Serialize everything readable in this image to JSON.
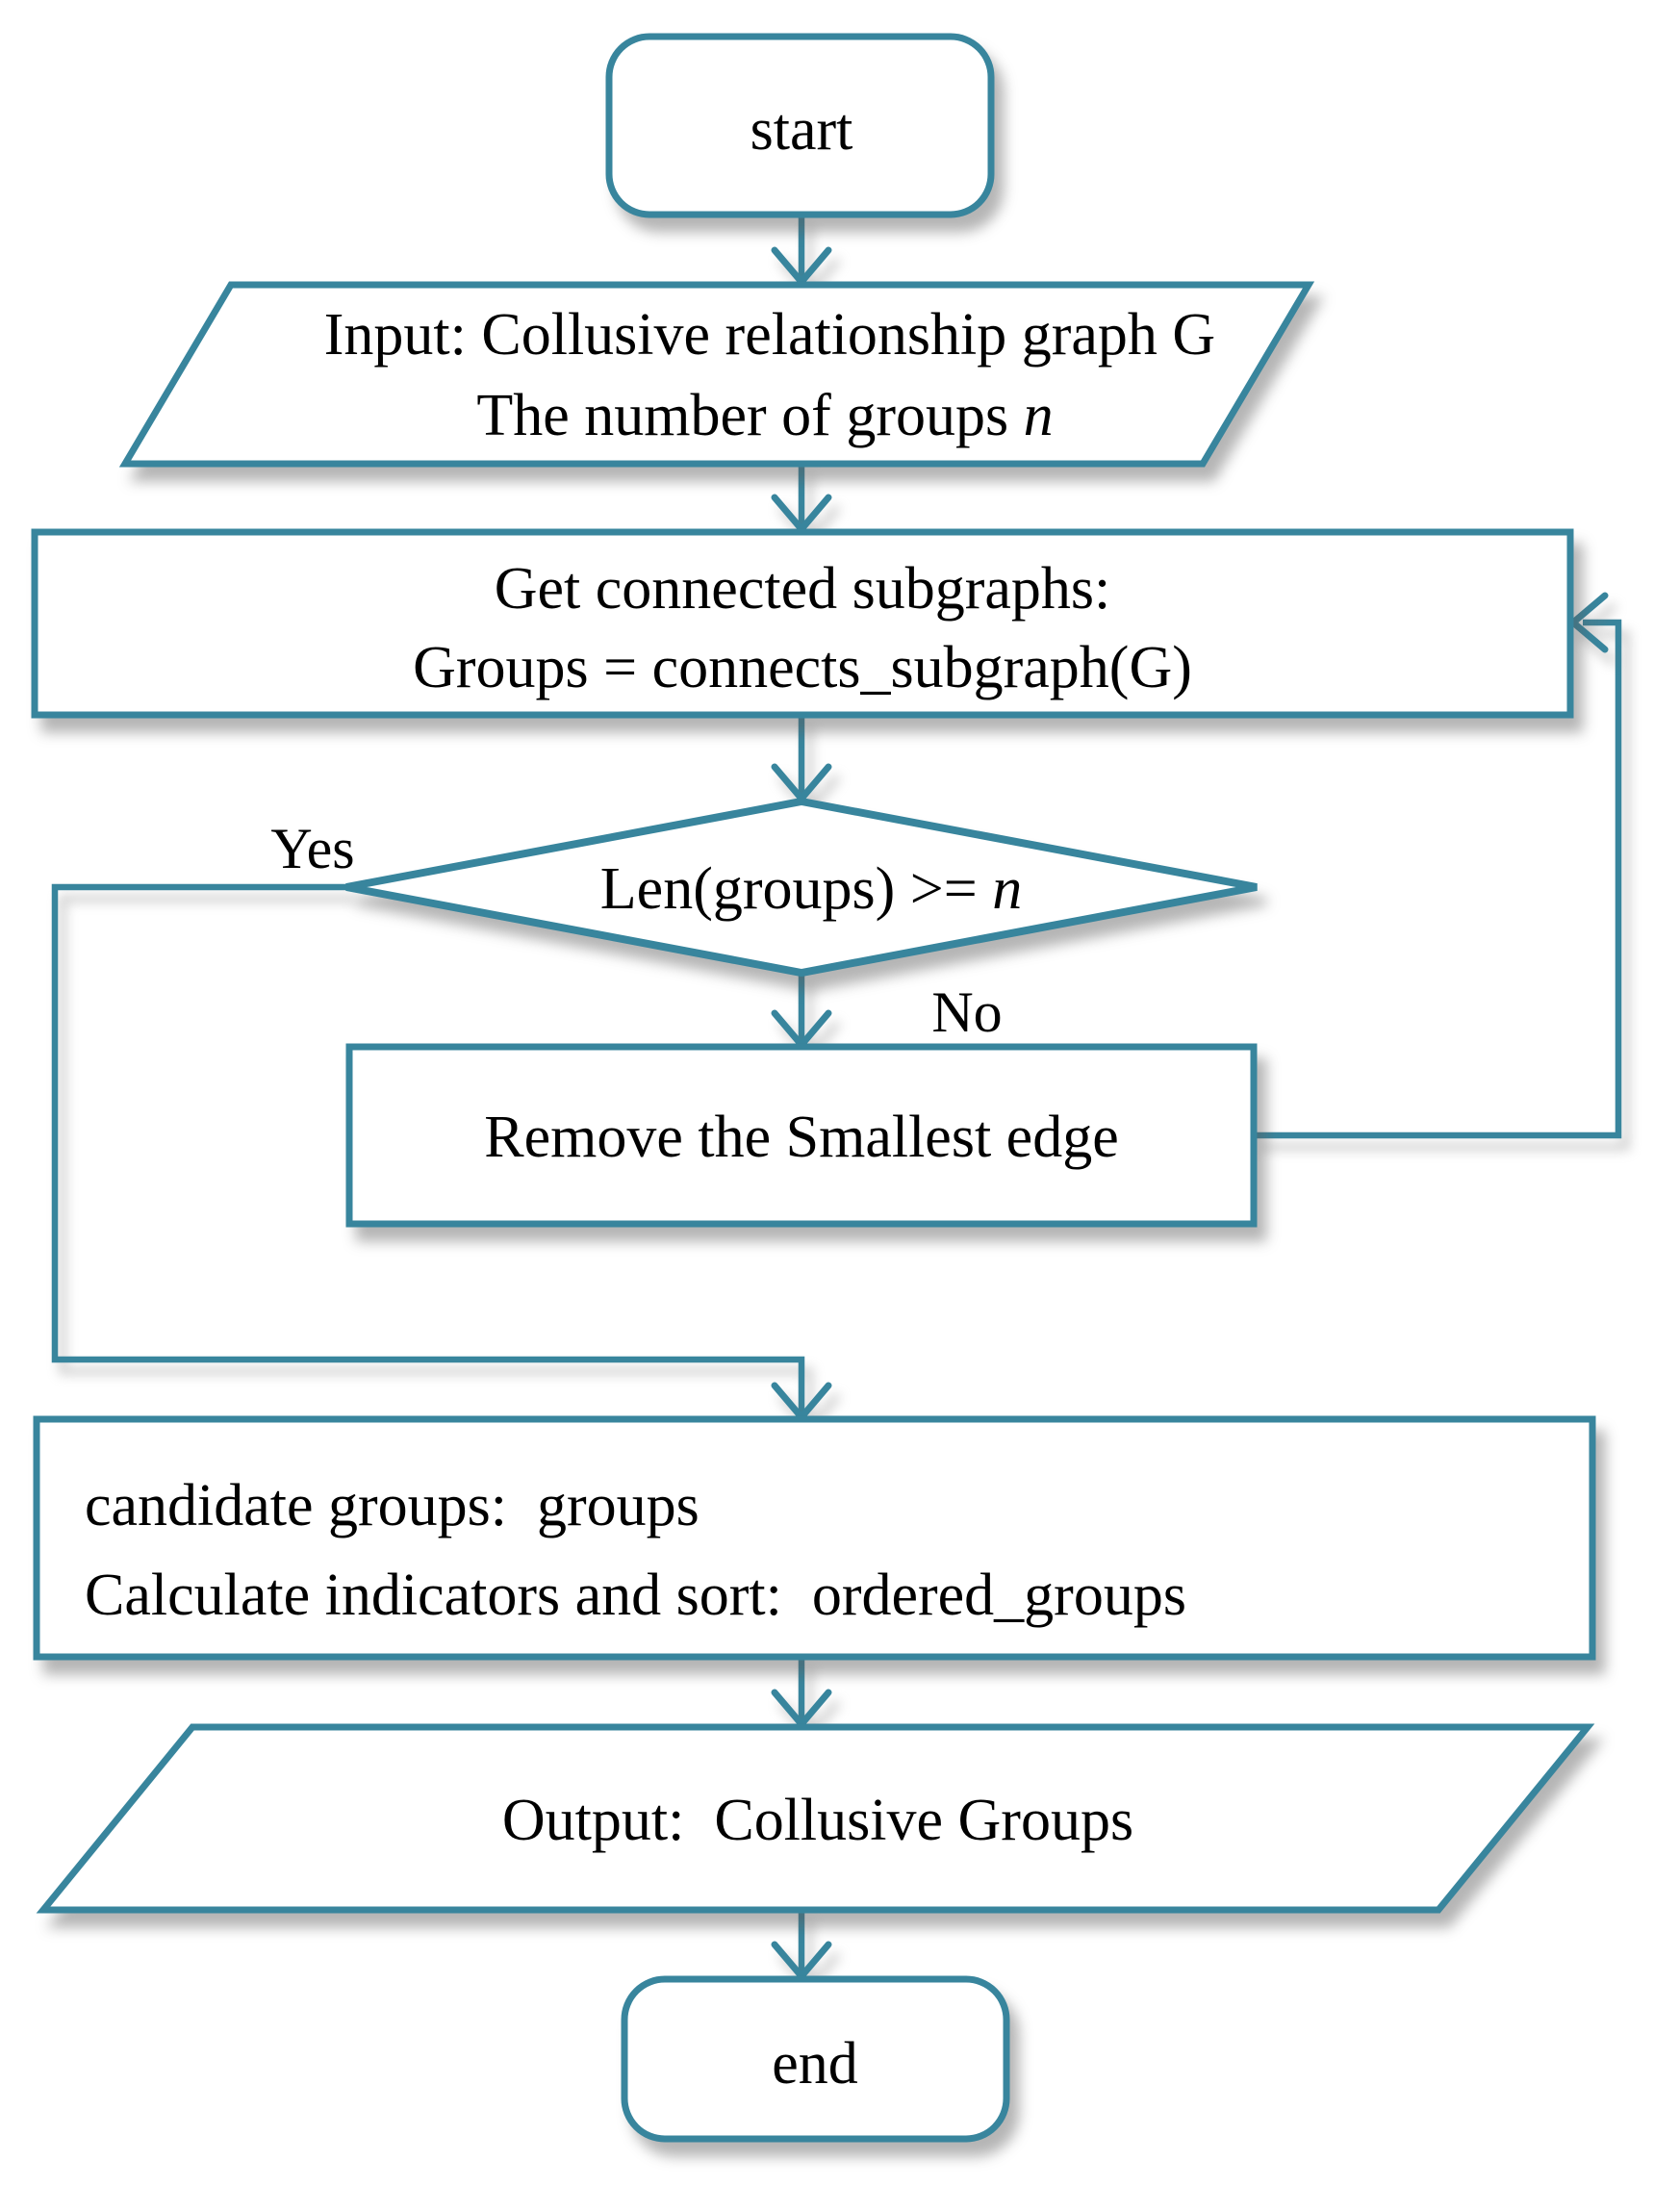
{
  "theme": {
    "accent_color": "#38859d",
    "text_color": "#000000",
    "shape_fill": "#ffffff"
  },
  "flowchart": {
    "start": {
      "label": "start"
    },
    "input": {
      "line1": "Input: Collusive relationship graph G",
      "line2_text": "The number of groups ",
      "line2_var": "n"
    },
    "get_subgraphs": {
      "line1": "Get connected subgraphs:",
      "line2": "Groups = connects_subgraph(G)"
    },
    "decision": {
      "condition_text": "Len(groups) >= ",
      "condition_var": "n",
      "yes_label": "Yes",
      "no_label": "No"
    },
    "remove_edge": {
      "label": "Remove the Smallest edge"
    },
    "candidate": {
      "line1": "candidate groups:  groups",
      "line2": "Calculate indicators and sort:  ordered_groups"
    },
    "output": {
      "label": "Output:  Collusive Groups"
    },
    "end": {
      "label": "end"
    }
  }
}
